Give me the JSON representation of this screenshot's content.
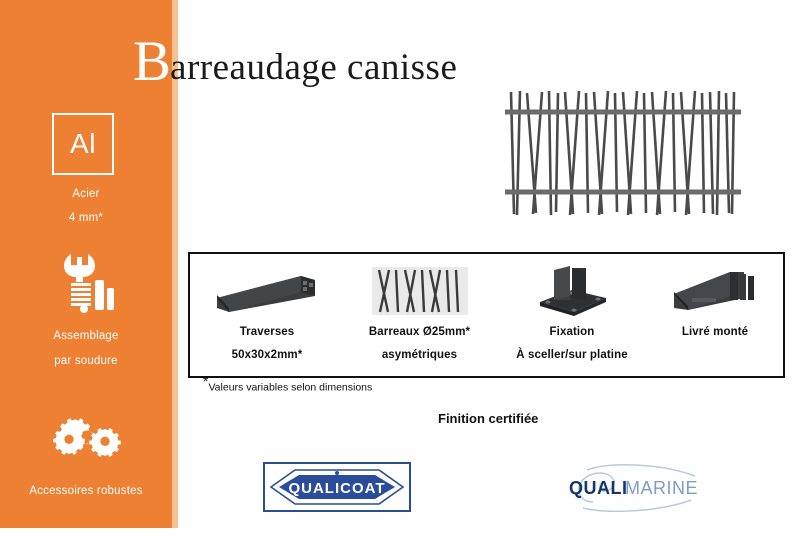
{
  "page": {
    "title_capital": "B",
    "title_rest": "arreaudage canisse",
    "background_color": "#ffffff"
  },
  "sidebar": {
    "accent_color": "#ed8033",
    "stripe_color": "#f7c193",
    "material_badge": {
      "symbol": "Al",
      "label": "Acier",
      "thickness": "4 mm*"
    },
    "features": [
      {
        "icon": "welding-torch-icon",
        "line1": "Assemblage",
        "line2": "par soudure"
      },
      {
        "icon": "gears-icon",
        "line1": "Accessoires robustes",
        "line2": ""
      }
    ]
  },
  "hero": {
    "icon": "canisse-railing-photo",
    "bar_color": "#4a4a4a",
    "rail_color": "#6b6b6b"
  },
  "feature_box": {
    "border_color": "#111111",
    "items": [
      {
        "icon": "crossbar-profile-photo",
        "caption1": "Traverses",
        "caption2": "50x30x2mm*"
      },
      {
        "icon": "asymmetric-bars-photo",
        "caption1": "Barreaux Ø25mm*",
        "caption2": "asymétriques"
      },
      {
        "icon": "post-base-plate-photo",
        "caption1": "Fixation",
        "caption2": "À sceller/sur platine"
      },
      {
        "icon": "assembled-profile-photo",
        "caption1": "Livré monté",
        "caption2": ""
      }
    ]
  },
  "footnote": {
    "star": "*",
    "text": "Valeurs variables selon dimensions"
  },
  "certification": {
    "title": "Finition certifiée",
    "logos": [
      {
        "name": "qualicoat-logo",
        "text": "QUALICOAT",
        "frame_color": "#2a4d9b",
        "mark_color": "#2a4d9b"
      },
      {
        "name": "qualimarine-logo",
        "text_bold": "QUALI",
        "text_light": "MARINE",
        "bold_color": "#16356e",
        "light_color": "#7e9ec6"
      }
    ]
  }
}
